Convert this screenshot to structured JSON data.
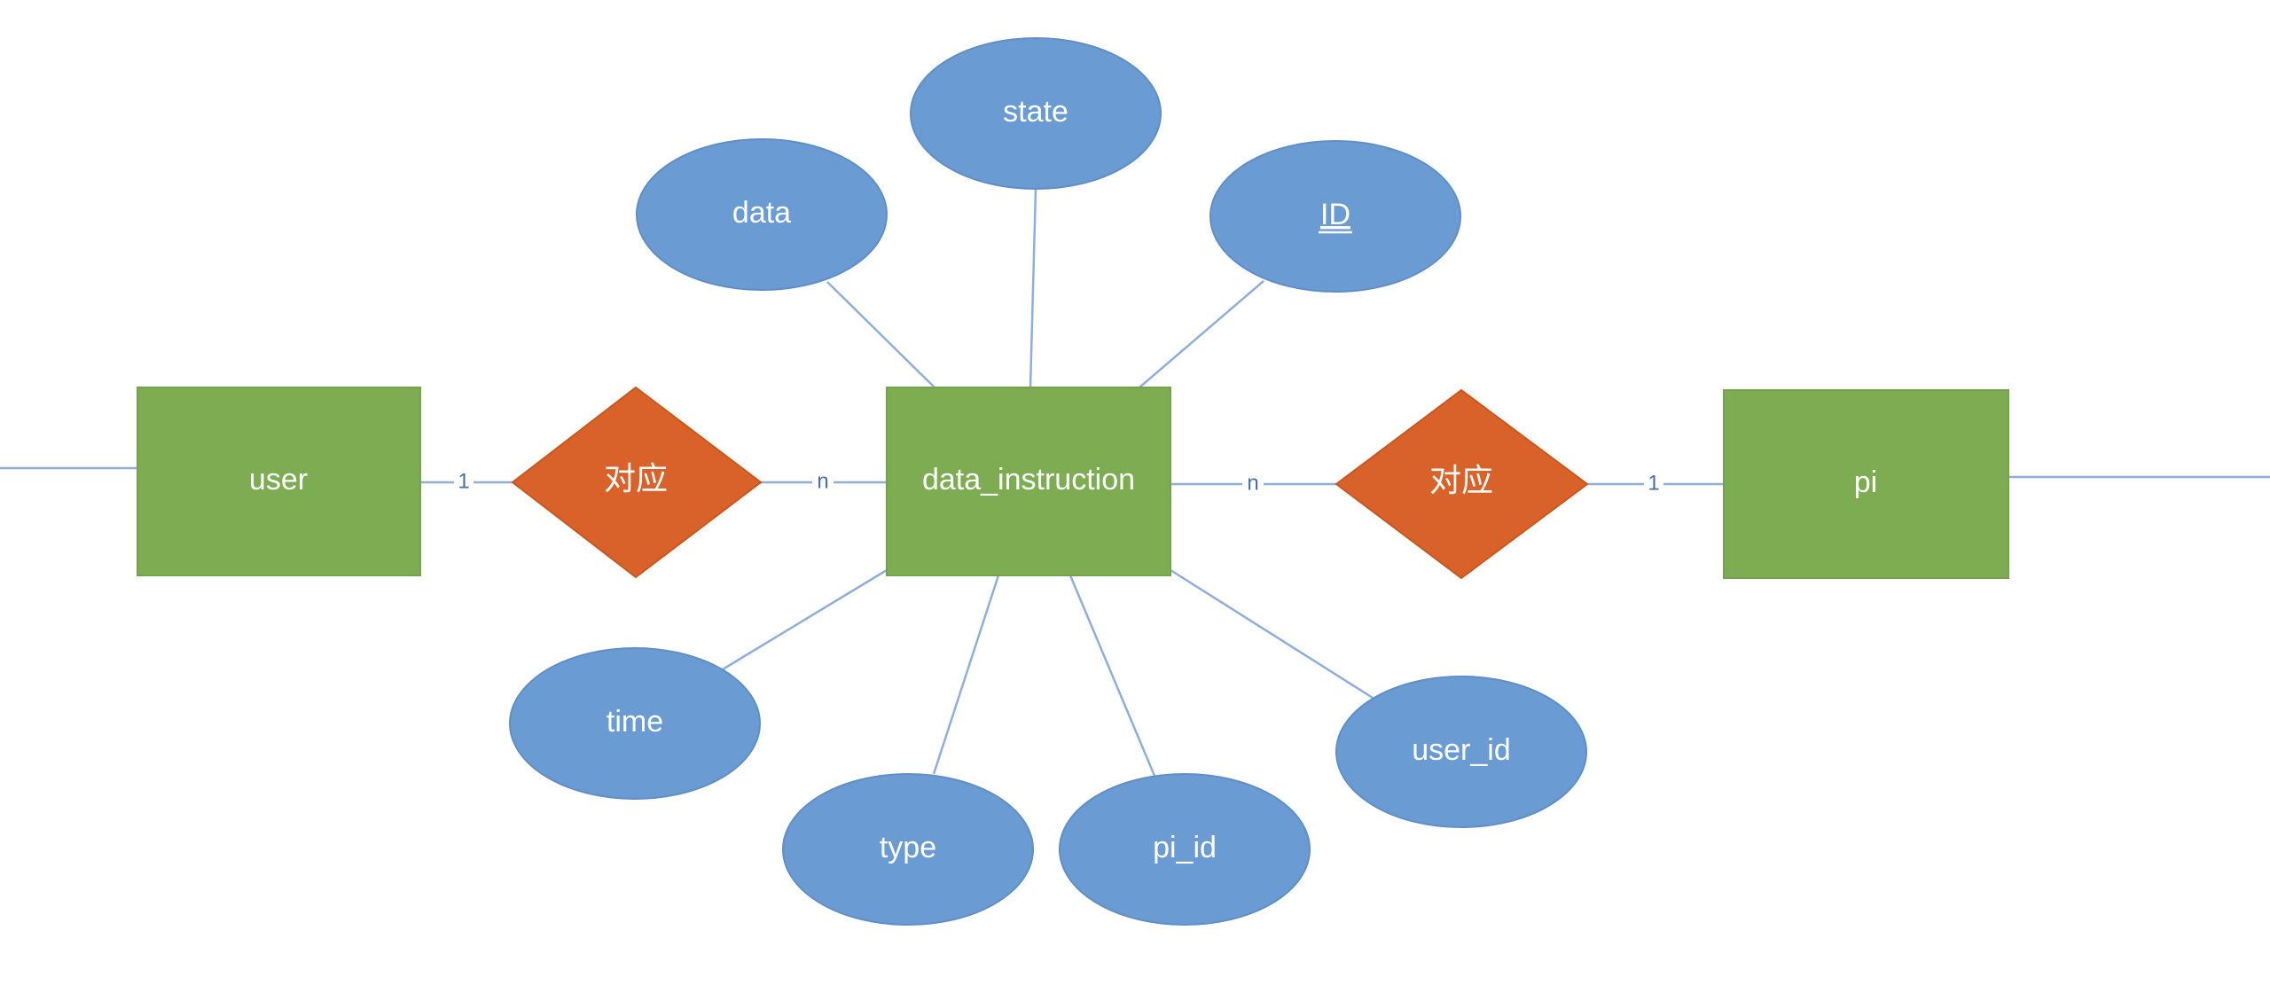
{
  "entities": {
    "user": "user",
    "data_instruction": "data_instruction",
    "pi": "pi"
  },
  "relationships": {
    "left": "对应",
    "right": "对应"
  },
  "attributes": {
    "state": "state",
    "data": "data",
    "id": "ID",
    "time": "time",
    "type": "type",
    "pi_id": "pi_id",
    "user_id": "user_id"
  },
  "cardinalities": {
    "user_side": "1",
    "instruction_left": "n",
    "instruction_right": "n",
    "pi_side": "1"
  },
  "colors": {
    "entity": "#7dac52",
    "relationship": "#d86229",
    "attribute": "#6a9bd2",
    "connector": "#8faedb"
  }
}
